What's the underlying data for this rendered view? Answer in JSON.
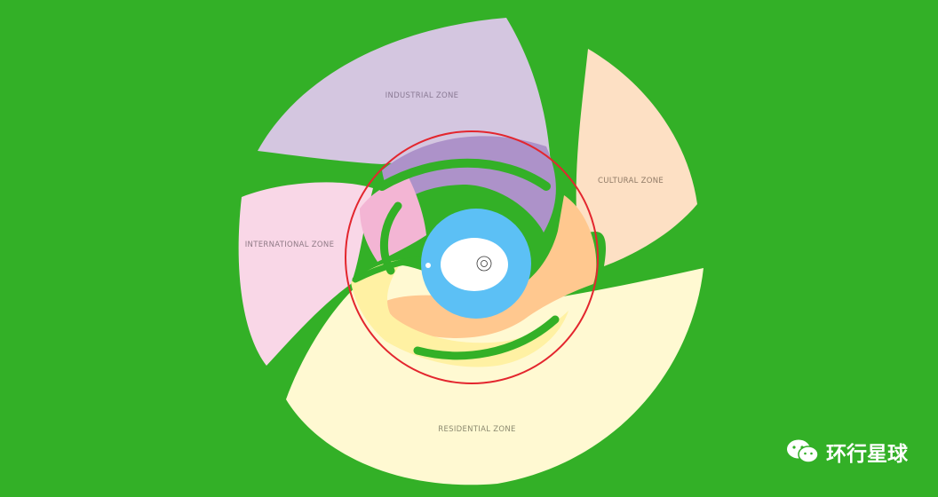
{
  "diagram": {
    "zones": {
      "industrial": {
        "label": "INDUSTRIAL ZONE",
        "color": "#d4c6e0",
        "inner_color": "#ad92c9",
        "text_color": "#8a7a94"
      },
      "cultural": {
        "label": "CULTURAL ZONE",
        "color": "#fde0c4",
        "inner_color": "#ffc88f",
        "text_color": "#8f7a66"
      },
      "international": {
        "label": "INTERNATIONAL ZONE",
        "color": "#f9d7e7",
        "inner_color": "#f3b5d4",
        "text_color": "#8f7a86"
      },
      "residential": {
        "label": "RESIDENTIAL ZONE",
        "color": "#fff9d2",
        "inner_color": "#fff1a3",
        "text_color": "#8c8a70"
      }
    },
    "background_color": "#33b027",
    "core_ring_color": "#5cc0f5",
    "core_color": "#ffffff",
    "boundary_circle_color": "#e3262e"
  },
  "watermark": {
    "text": "环行星球",
    "icon": "wechat-icon"
  }
}
